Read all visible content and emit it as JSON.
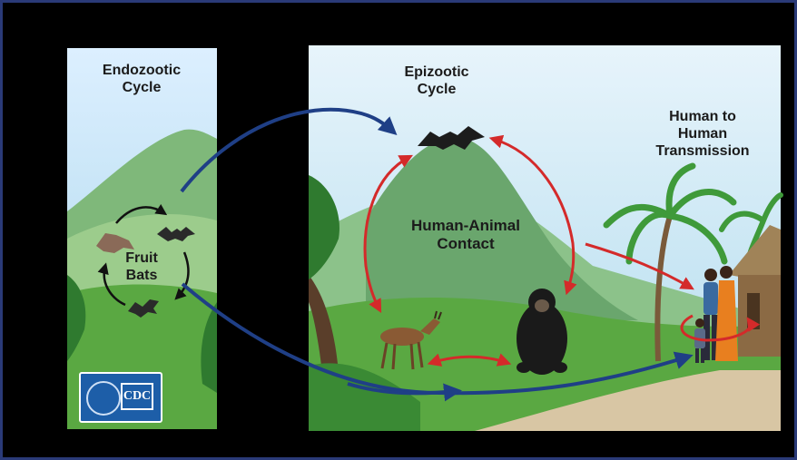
{
  "panels": {
    "endozootic": {
      "title_line1": "Endozootic",
      "title_line2": "Cycle",
      "reservoir_line1": "Fruit",
      "reservoir_line2": "Bats"
    },
    "epizootic": {
      "title_line1": "Epizootic",
      "title_line2": "Cycle",
      "contact_line1": "Human-Animal",
      "contact_line2": "Contact"
    },
    "transmission": {
      "line1": "Human to",
      "line2": "Human",
      "line3": "Transmission"
    }
  },
  "logo": {
    "text": "CDC"
  },
  "colors": {
    "red_arrow": "#d42a2a",
    "blue_arrow": "#1f3f86",
    "sky": "#bfe2f2",
    "grass": "#5aa842",
    "hill": "#7fb87a",
    "frame": "#2a3a78"
  },
  "icons": [
    "bat-icon",
    "duiker-antelope-icon",
    "chimpanzee-icon",
    "human-family-icon",
    "hut-icon",
    "palm-tree-icon",
    "hhs-eagle-icon"
  ]
}
